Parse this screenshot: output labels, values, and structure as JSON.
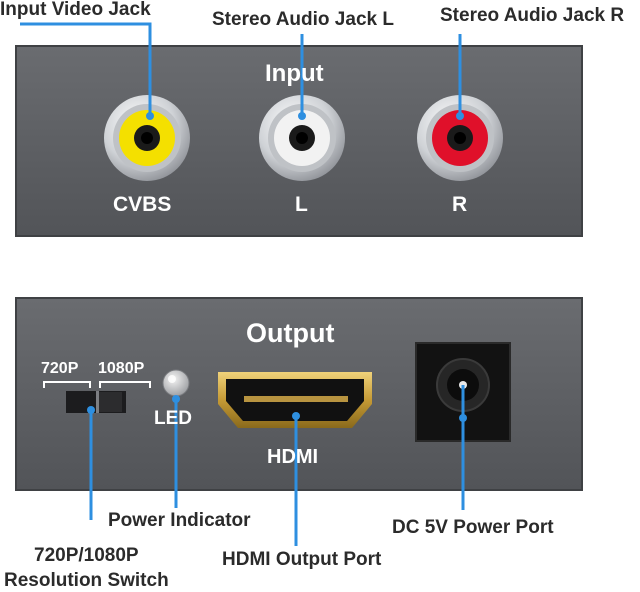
{
  "callouts": {
    "input_video_jack": "Input Video Jack",
    "stereo_audio_l": "Stereo Audio Jack L",
    "stereo_audio_r": "Stereo Audio Jack R",
    "power_indicator": "Power Indicator",
    "resolution_switch_line1": "720P/1080P",
    "resolution_switch_line2": "Resolution Switch",
    "hdmi_output_port": "HDMI Output Port",
    "dc_power_port": "DC 5V Power Port"
  },
  "input_panel": {
    "title": "Input",
    "jacks": [
      {
        "label": "CVBS",
        "color": "#f4e000"
      },
      {
        "label": "L",
        "color": "#f2f2f2"
      },
      {
        "label": "R",
        "color": "#e0102a"
      }
    ]
  },
  "output_panel": {
    "title": "Output",
    "switch_left": "720P",
    "switch_right": "1080P",
    "led_label": "LED",
    "hdmi_label": "HDMI"
  },
  "colors": {
    "panel": "#5c5e62",
    "callout_line": "#2e8fe0",
    "hdmi_gold": "#c9a545"
  }
}
